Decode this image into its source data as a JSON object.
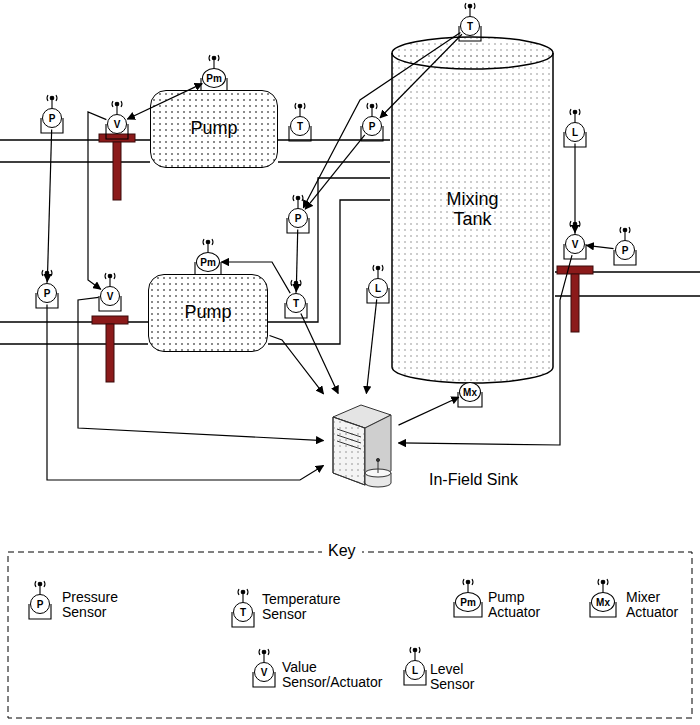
{
  "diagram": {
    "nodes": [
      {
        "text": [
          "Pump"
        ]
      },
      {
        "text": [
          "Pump"
        ]
      },
      {
        "text": [
          "Mixing Tank"
        ]
      },
      {
        "text": [
          "In-Field Sink"
        ]
      },
      {
        "text": [
          "P"
        ]
      },
      {
        "text": [
          "V"
        ]
      },
      {
        "text": [
          "Pm"
        ]
      },
      {
        "text": [
          "T"
        ]
      },
      {
        "text": [
          "P"
        ]
      },
      {
        "text": [
          "T"
        ]
      },
      {
        "text": [
          "L"
        ]
      },
      {
        "text": [
          "V"
        ]
      },
      {
        "text": [
          "P"
        ]
      },
      {
        "text": [
          "P"
        ]
      },
      {
        "text": [
          "T"
        ]
      },
      {
        "text": [
          "L"
        ]
      },
      {
        "text": [
          "Pm"
        ]
      },
      {
        "text": [
          "P"
        ]
      },
      {
        "text": [
          "V"
        ]
      },
      {
        "text": [
          "Mx"
        ]
      }
    ],
    "edges": [
      {
        "from": 5,
        "to": 6,
        "arrow": "both"
      },
      {
        "from": 4,
        "to": 17,
        "arrow": "to"
      },
      {
        "from": 5,
        "to": 18,
        "arrow": "to"
      },
      {
        "from": 9,
        "to": 8,
        "arrow": "to"
      },
      {
        "from": 9,
        "to": 13,
        "arrow": "to"
      },
      {
        "from": 8,
        "to": 13,
        "arrow": "to"
      },
      {
        "from": 13,
        "to": 14,
        "arrow": "to"
      },
      {
        "from": 14,
        "to": 16,
        "arrow": "to"
      },
      {
        "from": 14,
        "to": 3,
        "arrow": "to"
      },
      {
        "from": 1,
        "to": 3,
        "arrow": "to"
      },
      {
        "from": 15,
        "to": 3,
        "arrow": "to"
      },
      {
        "from": 17,
        "to": 3,
        "arrow": "to"
      },
      {
        "from": 18,
        "to": 3,
        "arrow": "to"
      },
      {
        "from": 11,
        "to": 3,
        "arrow": "to"
      },
      {
        "from": 3,
        "to": 19,
        "arrow": "to"
      },
      {
        "from": 10,
        "to": 11,
        "arrow": "to"
      },
      {
        "from": 12,
        "to": 11,
        "arrow": "to"
      }
    ],
    "labels": [
      "Key",
      "P",
      "T",
      "Pm",
      "Mx",
      "V",
      "L"
    ],
    "legend": [
      {
        "text": "Pressure Sensor"
      },
      {
        "text": "Temperature Sensor"
      },
      {
        "text": "Pump Actuator"
      },
      {
        "text": "Mixer Actuator"
      },
      {
        "text": "Value Sensor/Actuator"
      },
      {
        "text": "Level Sensor"
      }
    ]
  }
}
